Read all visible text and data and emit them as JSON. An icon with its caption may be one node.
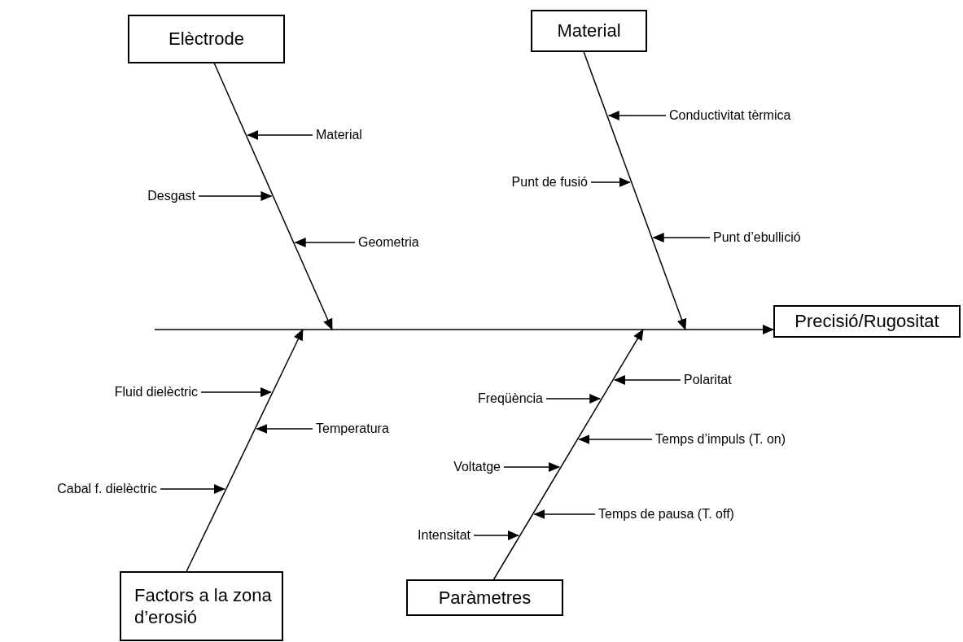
{
  "diagram": {
    "nodes": [
      {
        "text": [
          "Elèctrode"
        ]
      },
      {
        "text": [
          "Material"
        ]
      },
      {
        "text": [
          "Precisió/Rugositat"
        ]
      },
      {
        "text": [
          "Factors a la zona d’erosió"
        ]
      },
      {
        "text": [
          "Paràmetres"
        ]
      },
      {
        "text": [
          "Material"
        ]
      },
      {
        "text": [
          "Desgast"
        ]
      },
      {
        "text": [
          "Geometria"
        ]
      },
      {
        "text": [
          "Conductivitat tèrmica"
        ]
      },
      {
        "text": [
          "Punt de fusió"
        ]
      },
      {
        "text": [
          "Punt d’ebullició"
        ]
      },
      {
        "text": [
          "Fluid dielèctric"
        ]
      },
      {
        "text": [
          "Temperatura"
        ]
      },
      {
        "text": [
          "Cabal f. dielèctric"
        ]
      },
      {
        "text": [
          "Polaritat"
        ]
      },
      {
        "text": [
          "Freqüència"
        ]
      },
      {
        "text": [
          "Temps d’impuls (T. on)"
        ]
      },
      {
        "text": [
          "Voltatge"
        ]
      },
      {
        "text": [
          "Temps de pausa (T. off)"
        ]
      },
      {
        "text": [
          "Intensitat"
        ]
      }
    ],
    "edges": [
      {
        "from": 0,
        "to": null,
        "arrow": "to"
      },
      {
        "from": 1,
        "to": null,
        "arrow": "to"
      },
      {
        "from": 3,
        "to": null,
        "arrow": "to"
      },
      {
        "from": 4,
        "to": null,
        "arrow": "to"
      },
      {
        "from": null,
        "to": 2,
        "arrow": "to"
      },
      {
        "from": 5,
        "to": null,
        "arrow": "to"
      },
      {
        "from": 6,
        "to": null,
        "arrow": "to"
      },
      {
        "from": 7,
        "to": null,
        "arrow": "to"
      },
      {
        "from": 8,
        "to": null,
        "arrow": "to"
      },
      {
        "from": 9,
        "to": null,
        "arrow": "to"
      },
      {
        "from": 10,
        "to": null,
        "arrow": "to"
      },
      {
        "from": 11,
        "to": null,
        "arrow": "to"
      },
      {
        "from": 12,
        "to": null,
        "arrow": "to"
      },
      {
        "from": 13,
        "to": null,
        "arrow": "to"
      },
      {
        "from": 14,
        "to": null,
        "arrow": "to"
      },
      {
        "from": 15,
        "to": null,
        "arrow": "to"
      },
      {
        "from": 16,
        "to": null,
        "arrow": "to"
      },
      {
        "from": 17,
        "to": null,
        "arrow": "to"
      },
      {
        "from": 18,
        "to": null,
        "arrow": "to"
      },
      {
        "from": 19,
        "to": null,
        "arrow": "to"
      }
    ]
  }
}
